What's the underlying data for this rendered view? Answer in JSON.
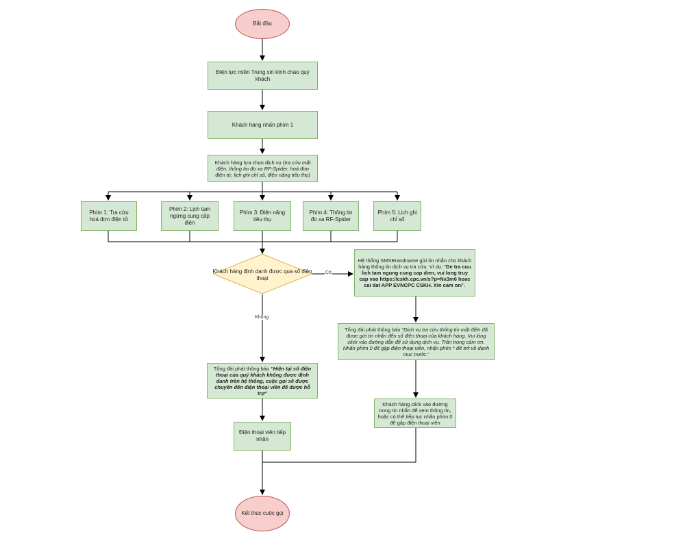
{
  "nodes": {
    "start": "Bắt đầu",
    "greeting": "Điện lực miền Trung xin kính chào quý khách",
    "press1": "Khách hàng nhấn phím 1",
    "choose_prefix": "Khách hàng lựa chọn dịch vụ (",
    "choose_italic": "tra cứu mất điện, thông tin đo xa RF-Spider, hoá đơn điện tử, lịch ghi chỉ số, điện năng tiêu thụ",
    "choose_suffix": ")",
    "key1": "Phím 1: Tra cứu hoá đơn điện tử",
    "key2": "Phím 2: Lịch tạm ngừng cung cấp điện",
    "key3": "Phím 3: Điện năng tiêu thụ",
    "key4": "Phím 4: Thông tin đo xa RF-Spider",
    "key5": "Phím 5: Lịch ghi chỉ số",
    "decision": "Khách hàng định danh được qua số điện thoại",
    "sms_prefix": "Hệ thống SMSBrandname gửi tin nhắn cho khách hàng thông tin dịch vụ tra cứu. Ví dụ: \"",
    "sms_bold": "De tra cuu lich tam ngung cung cap dien, vui long truy cap vao https://cskh.cpc.vn/s?p=Nx3m6 hoac cai dat APP EVNCPC CSKH. Xin cam on",
    "sms_suffix": "/\".",
    "notice_prefix": "Tổng đài phát thông báo \"",
    "notice_italic": "Dịch vụ tra cứu thông tin mất điện đã được gửi tin nhắn đến số điện thoại của khách hàng. Vui lòng click vào đường dẫn để sử dụng dịch vụ. Trân trọng cảm ơn. Nhấn phím 0 để gặp điện thoại viên, nhấn phím * để trở về danh mục trước.",
    "notice_suffix": "\"",
    "click_link": "Khách hàng click vào đường trong tin nhắn để xem thông tin, hoặc có thể tiếp tục nhấn phím 0 để gặp điện thoại viên",
    "not_id_prefix": "Tổng đài phát thông báo ",
    "not_id_bold": "\"Hiện tại số điện thoại của quý khách không được định danh trên hệ thống, cuộc gọi sẽ được chuyển đến điện thoại viên để được hỗ trợ\"",
    "operator": "Điện thoại viên tiếp nhận",
    "end": "Kết thúc cuộc gọi"
  },
  "labels": {
    "yes": "Có",
    "no": "Không"
  },
  "colors": {
    "box_fill": "#d5e8d4",
    "box_border": "#82b366",
    "oval_fill": "#f8cecc",
    "oval_border": "#b85450",
    "diamond_fill": "#fff2cc",
    "diamond_border": "#d6b656",
    "edge": "#000000"
  }
}
